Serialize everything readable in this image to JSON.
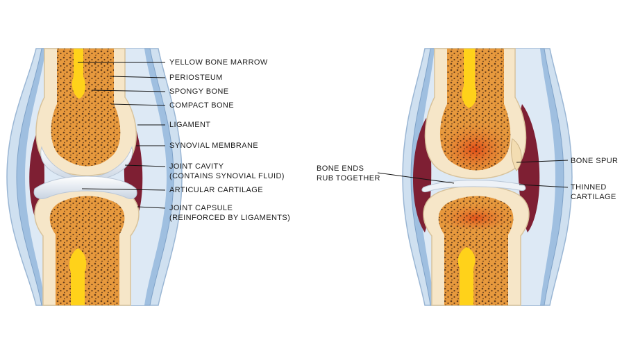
{
  "healthy_joint": {
    "labels": {
      "yellow_bone_marrow": "YELLOW BONE MARROW",
      "periosteum": "PERIOSTEUM",
      "spongy_bone": "SPONGY BONE",
      "compact_bone": "COMPACT BONE",
      "ligament": "LIGAMENT",
      "synovial_membrane": "SYNOVIAL MEMBRANE",
      "joint_cavity_1": "JOINT CAVITY",
      "joint_cavity_2": "(CONTAINS SYNOVIAL FLUID)",
      "articular_cartilage": "ARTICULAR CARTILAGE",
      "joint_capsule_1": "JOINT CAPSULE",
      "joint_capsule_2": "(REINFORCED BY LIGAMENTS)"
    }
  },
  "arthritic_joint": {
    "labels": {
      "bone_ends_1": "BONE ENDS",
      "bone_ends_2": "RUB TOGETHER",
      "bone_spur": "BONE SPUR",
      "thinned_cartilage_1": "THINNED",
      "thinned_cartilage_2": "CARTILAGE"
    }
  },
  "colors": {
    "capsule_outer": "#cfe0f0",
    "capsule_inner": "#9fbfe0",
    "synovial": "#7e1f33",
    "cortex": "#f6e6c8",
    "spongy": "#e7993d",
    "marrow": "#ffd21a",
    "cartilage": "#e8eef5",
    "inflamed": "#d8501a"
  }
}
